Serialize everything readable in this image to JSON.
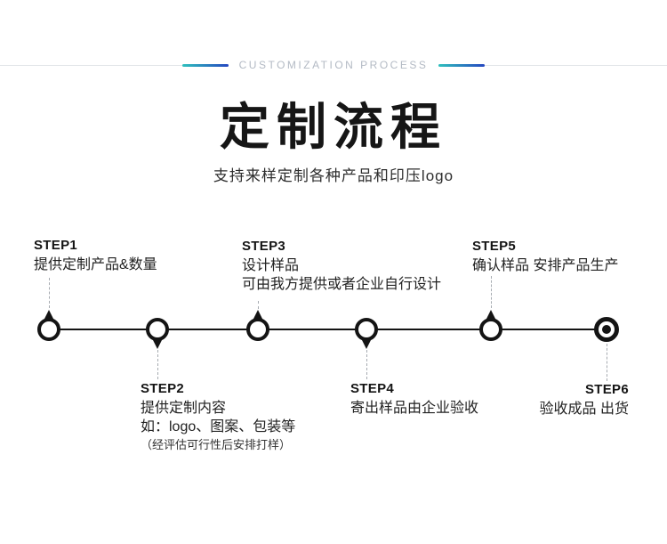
{
  "header": {
    "label": "CUSTOMIZATION PROCESS"
  },
  "hero": {
    "title": "定制流程",
    "subtitle": "支持来样定制各种产品和印压logo"
  },
  "colors": {
    "accent_teal": "#2fc0bd",
    "accent_blue": "#2547c0",
    "line_gray": "#e2e5e9",
    "header_text": "#b3bac4",
    "timeline_black": "#141414"
  },
  "steps": [
    {
      "id": "STEP1",
      "label_position": "above",
      "marker": "pin-up",
      "lines": [
        "提供定制产品&数量"
      ]
    },
    {
      "id": "STEP2",
      "label_position": "below",
      "marker": "pin-down",
      "lines": [
        "提供定制内容",
        "如：logo、图案、包装等"
      ],
      "note": "（经评估可行性后安排打样）"
    },
    {
      "id": "STEP3",
      "label_position": "above",
      "marker": "pin-up",
      "lines": [
        "设计样品",
        "可由我方提供或者企业自行设计"
      ]
    },
    {
      "id": "STEP4",
      "label_position": "below",
      "marker": "pin-down",
      "lines": [
        "寄出样品由企业验收"
      ]
    },
    {
      "id": "STEP5",
      "label_position": "above",
      "marker": "pin-up",
      "lines": [
        "确认样品 安排产品生产"
      ]
    },
    {
      "id": "STEP6",
      "label_position": "below",
      "marker": "bullseye",
      "lines": [
        "验收成品 出货"
      ]
    }
  ]
}
